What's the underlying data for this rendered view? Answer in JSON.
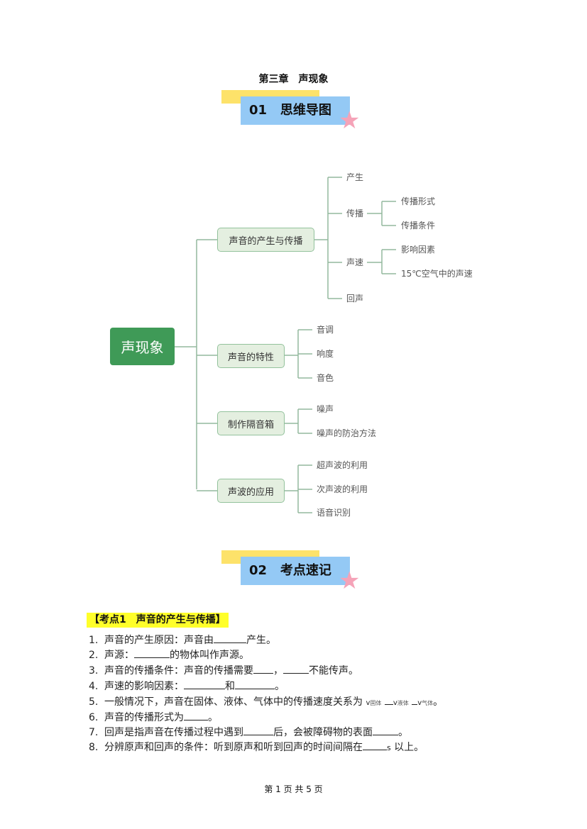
{
  "title": "第三章　声现象",
  "banner1": {
    "num": "01",
    "label": "思维导图"
  },
  "banner2": {
    "num": "02",
    "label": "考点速记"
  },
  "mindmap": {
    "root": "声现象",
    "branches": [
      {
        "label": "声音的产生与传播",
        "children": [
          {
            "label": "产生"
          },
          {
            "label": "传播",
            "children": [
              "传播形式",
              "传播条件"
            ]
          },
          {
            "label": "声速",
            "children": [
              "影响因素",
              "15℃空气中的声速"
            ]
          },
          {
            "label": "回声"
          }
        ]
      },
      {
        "label": "声音的特性",
        "children": [
          "音调",
          "响度",
          "音色"
        ]
      },
      {
        "label": "制作隔音箱",
        "children": [
          "噪声",
          "噪声的防治方法"
        ]
      },
      {
        "label": "声波的应用",
        "children": [
          "超声波的利用",
          "次声波的利用",
          "语音识别"
        ]
      }
    ]
  },
  "section": {
    "heading": "【考点1　声音的产生与传播】",
    "items": [
      {
        "n": "1.",
        "a": "声音的产生原因：声音由",
        "b": "产生。"
      },
      {
        "n": "2.",
        "a": "声源：",
        "b": "的物体叫作声源。"
      },
      {
        "n": "3.",
        "a": "声音的传播条件：声音的传播需要",
        "b": "，",
        "c": "不能传声。"
      },
      {
        "n": "4.",
        "a": "声速的影响因素：",
        "b": "和",
        "c": "。"
      },
      {
        "n": "5.",
        "a": "一般情况下，声音在固体、液体、气体中的传播速度关系为",
        "v1": "v",
        "s1": "固体",
        "v2": "v",
        "s2": "液体",
        "v3": "v",
        "s3": "气体",
        "end": "。"
      },
      {
        "n": "6.",
        "a": "声音的传播形式为",
        "b": "。"
      },
      {
        "n": "7.",
        "a": "回声是指声音在传播过程中遇到",
        "b": "后，会被障碍物的表面",
        "c": "。"
      },
      {
        "n": "8.",
        "a": "分辨原声和回声的条件：听到原声和听到回声的时间间隔在",
        "b": "s",
        "c": " 以上。"
      }
    ]
  },
  "footer": "第 1 页 共 5 页"
}
